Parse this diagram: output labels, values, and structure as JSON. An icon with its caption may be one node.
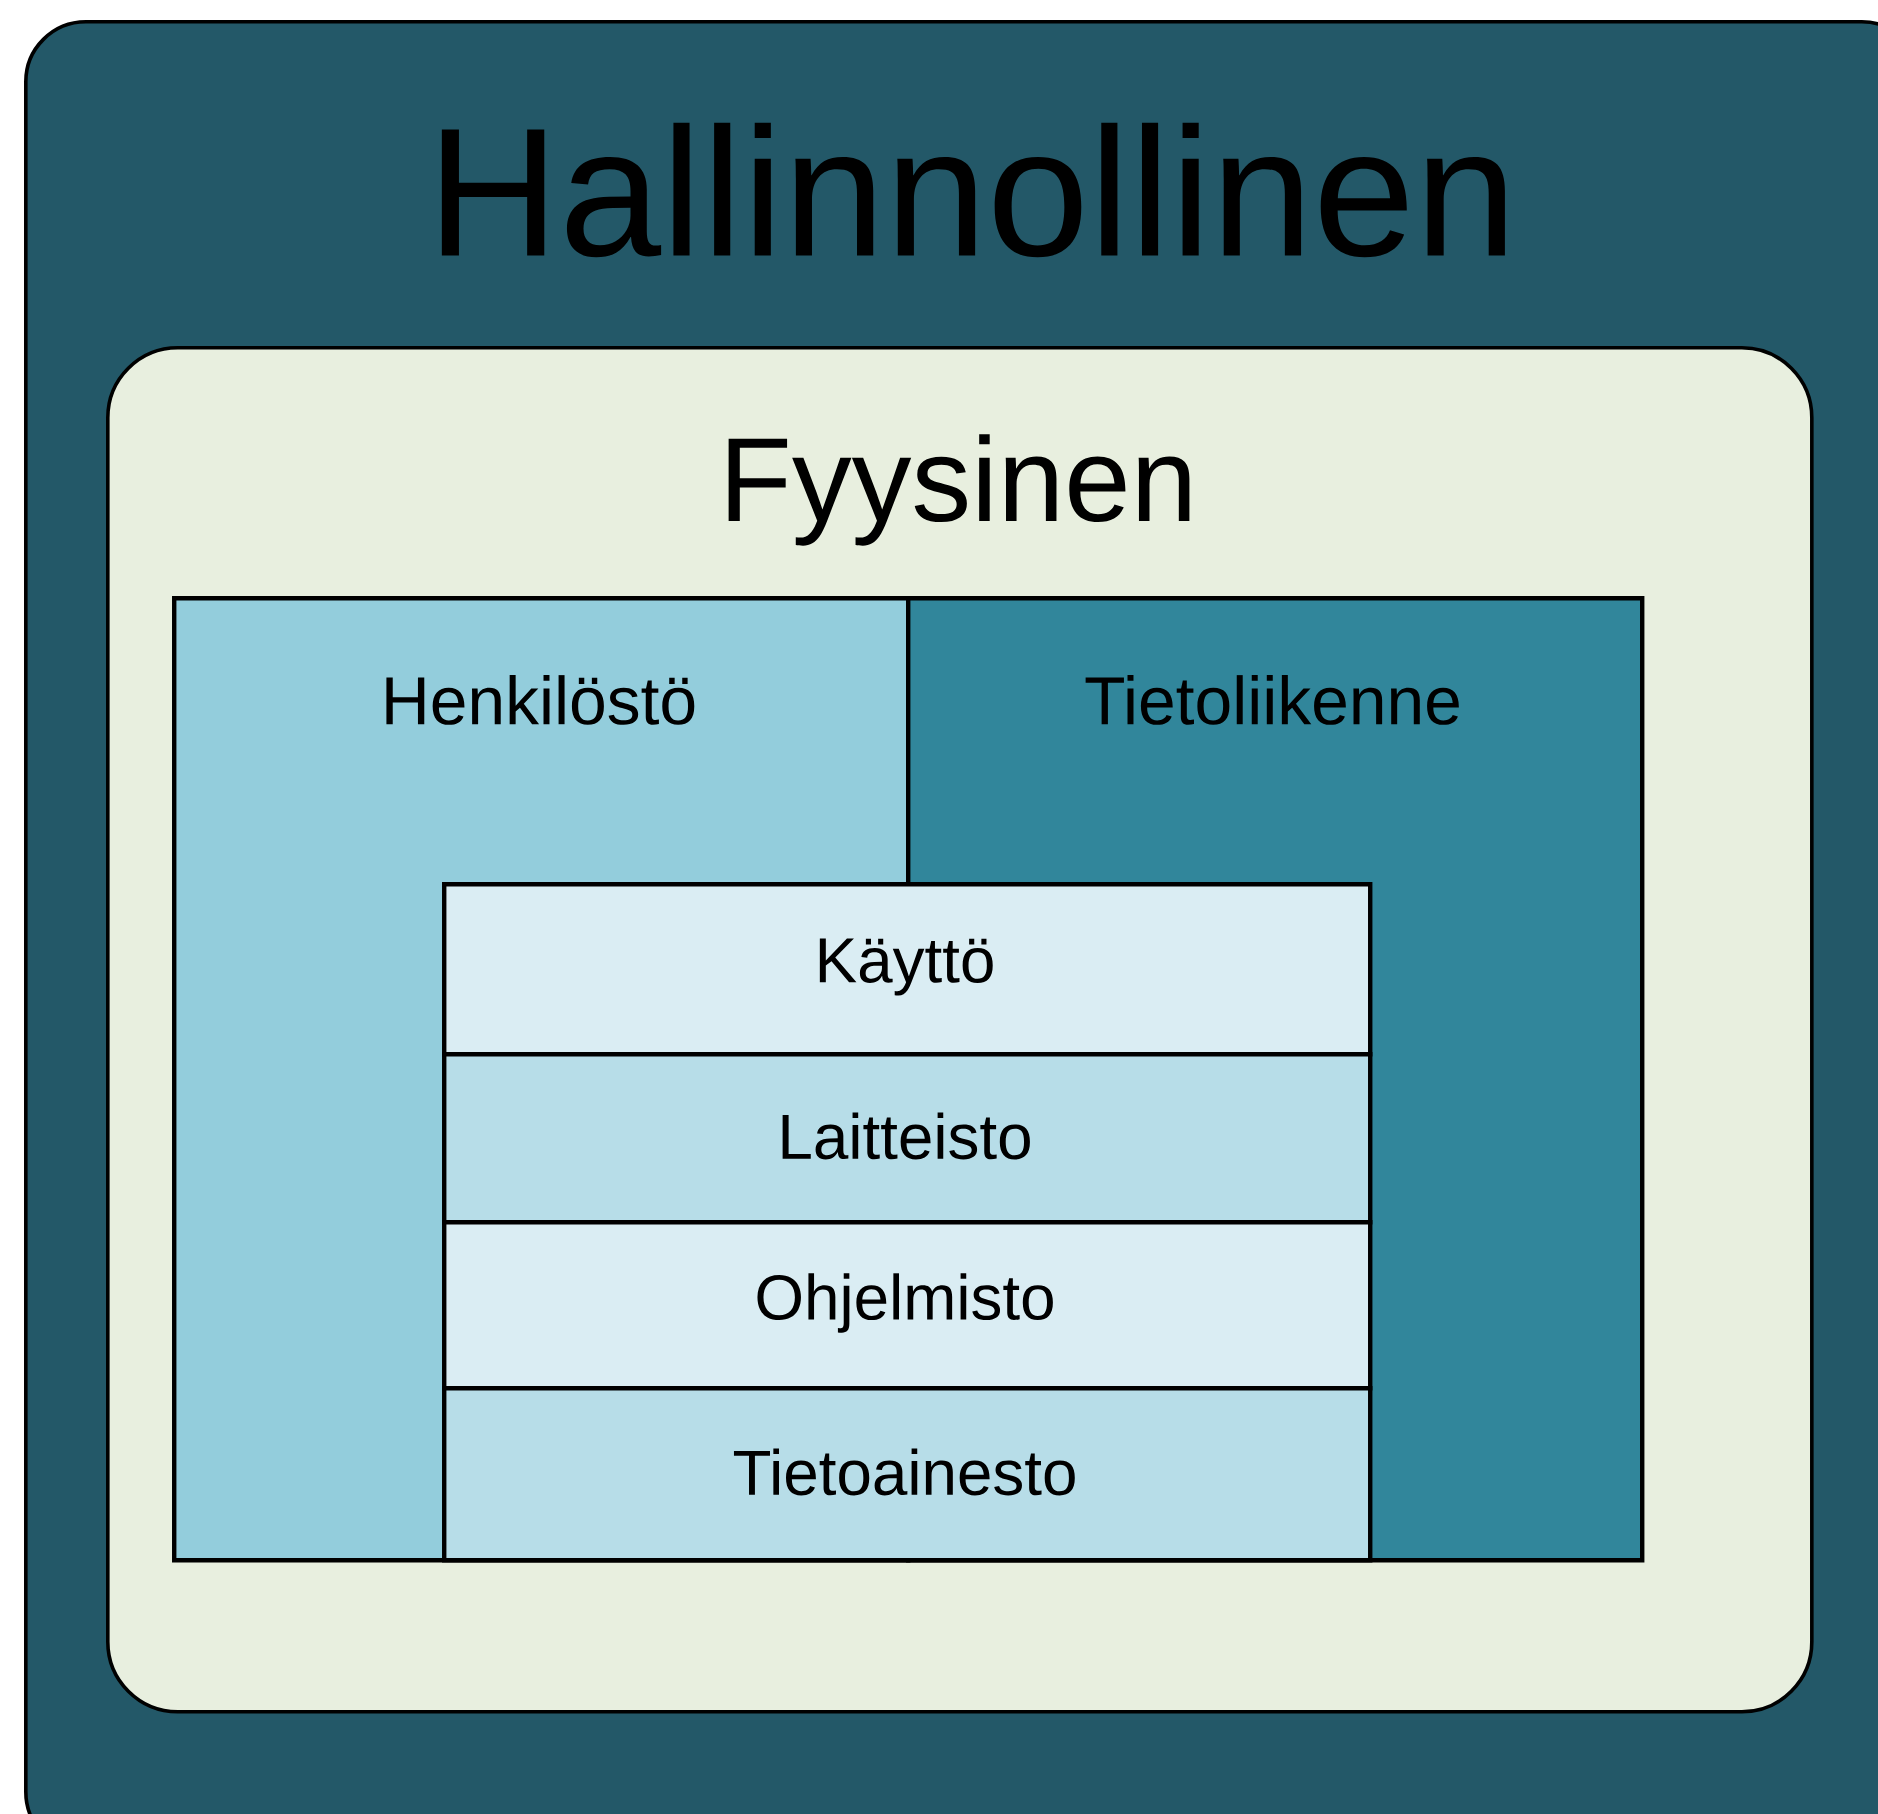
{
  "diagram": {
    "nodes": [
      {
        "text": [
          "Hallinnollinen"
        ]
      },
      {
        "text": [
          "Fyysinen"
        ],
        "in": 0
      },
      {
        "text": [
          "Henkilöstö"
        ],
        "in": 1
      },
      {
        "text": [
          "Tietoliikenne"
        ],
        "in": 1
      },
      {
        "text": [
          "Käyttö"
        ],
        "in": 1
      },
      {
        "text": [
          "Laitteisto"
        ],
        "in": 1
      },
      {
        "text": [
          "Ohjelmisto"
        ],
        "in": 1
      },
      {
        "text": [
          "Tietoainesto"
        ],
        "in": 1
      }
    ]
  }
}
